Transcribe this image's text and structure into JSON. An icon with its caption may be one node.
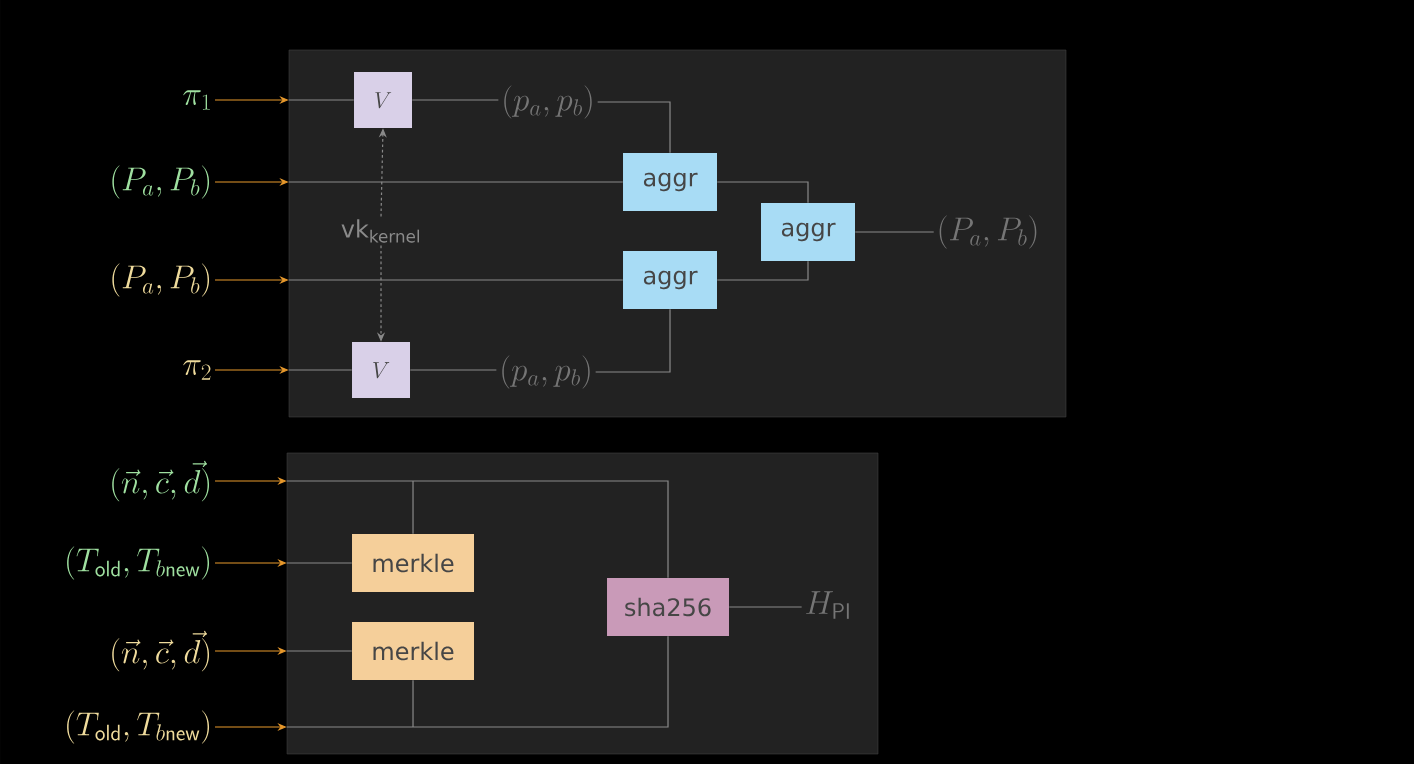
{
  "diagram": {
    "nodes": [
      {
        "text": [],
        "shape": "box"
      },
      {
        "text": [],
        "shape": "box"
      },
      {
        "text": [
          "\\pi_1"
        ]
      },
      {
        "text": [
          "(P_a, P_b)"
        ]
      },
      {
        "text": [
          "(P_a, P_b)"
        ]
      },
      {
        "text": [
          "\\pi_2"
        ]
      },
      {
        "text": [
          "(\\vec{n}, \\vec{c}, \\vec{d})"
        ]
      },
      {
        "text": [
          "(T_{\\mathsf{old}}, T_{b\\mathsf{new}})"
        ]
      },
      {
        "text": [
          "(\\vec{n}, \\vec{c}, \\vec{d})"
        ]
      },
      {
        "text": [
          "(T_{\\mathsf{old}}, T_{b\\mathsf{new}})"
        ]
      },
      {
        "text": [
          "V"
        ],
        "in": 0
      },
      {
        "text": [
          "V"
        ],
        "in": 0
      },
      {
        "text": [
          "(p_a, p_b)"
        ],
        "in": 0
      },
      {
        "text": [
          "(p_a, p_b)"
        ],
        "in": 0
      },
      {
        "text": [
          "aggr"
        ],
        "in": 0
      },
      {
        "text": [
          "aggr"
        ],
        "in": 0
      },
      {
        "text": [
          "aggr"
        ],
        "in": 0
      },
      {
        "text": [
          "(P_a, P_b)"
        ],
        "in": 0
      },
      {
        "text": [
          "vk$_{kernel}$"
        ],
        "in": 0
      },
      {
        "text": [
          "merkle"
        ],
        "in": 1
      },
      {
        "text": [
          "merkle"
        ],
        "in": 1
      },
      {
        "text": [
          "sha256"
        ],
        "in": 1
      },
      {
        "text": [
          "H_{\\mathsf{PI}}"
        ],
        "in": 1
      }
    ],
    "edges": [
      {
        "from": 2,
        "to": 0,
        "arrow": "to",
        "color": "#e8992c"
      },
      {
        "from": 0,
        "to": 10,
        "arrow": "none"
      },
      {
        "from": 3,
        "to": 0,
        "arrow": "to",
        "color": "#e8992c"
      },
      {
        "from": 0,
        "to": 14,
        "arrow": "none"
      },
      {
        "from": 4,
        "to": 0,
        "arrow": "to",
        "color": "#e8992c"
      },
      {
        "from": 0,
        "to": 15,
        "arrow": "none"
      },
      {
        "from": 5,
        "to": 0,
        "arrow": "to",
        "color": "#e8992c"
      },
      {
        "from": 0,
        "to": 11,
        "arrow": "none"
      },
      {
        "from": 10,
        "to": 12,
        "arrow": "none"
      },
      {
        "from": 11,
        "to": 13,
        "arrow": "none"
      },
      {
        "from": 12,
        "to": 14,
        "arrow": "none"
      },
      {
        "from": 13,
        "to": 15,
        "arrow": "none"
      },
      {
        "from": 14,
        "to": 16,
        "arrow": "none"
      },
      {
        "from": 15,
        "to": 16,
        "arrow": "none"
      },
      {
        "from": 16,
        "to": 17,
        "arrow": "none"
      },
      {
        "from": 18,
        "to": 10,
        "arrow": "to",
        "style": "dashed"
      },
      {
        "from": 18,
        "to": 11,
        "arrow": "to",
        "style": "dashed"
      },
      {
        "from": 6,
        "to": 1,
        "arrow": "to",
        "color": "#e8992c"
      },
      {
        "from": 1,
        "to": 19,
        "arrow": "none"
      },
      {
        "from": 1,
        "to": 21,
        "arrow": "none"
      },
      {
        "from": 7,
        "to": 1,
        "arrow": "to",
        "color": "#e8992c"
      },
      {
        "from": 1,
        "to": 19,
        "arrow": "none"
      },
      {
        "from": 8,
        "to": 1,
        "arrow": "to",
        "color": "#e8992c"
      },
      {
        "from": 1,
        "to": 20,
        "arrow": "none"
      },
      {
        "from": 9,
        "to": 1,
        "arrow": "to",
        "color": "#e8992c"
      },
      {
        "from": 1,
        "to": 21,
        "arrow": "none"
      },
      {
        "from": 20,
        "to": 21,
        "arrow": "none"
      },
      {
        "from": 21,
        "to": 22,
        "arrow": "none"
      }
    ]
  }
}
